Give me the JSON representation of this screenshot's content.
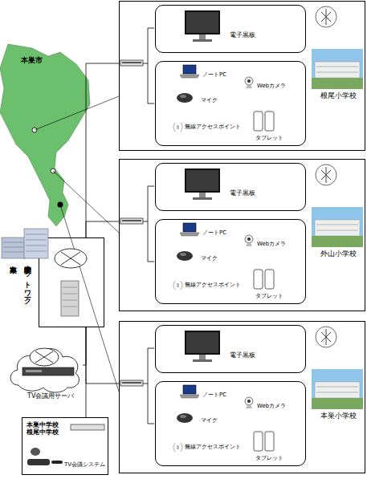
{
  "diagram": {
    "nodes": [
      {
        "text": [
          "根尾小学校"
        ]
      },
      {
        "text": [
          "電子黒板"
        ],
        "in": 0
      },
      {
        "text": [
          "ノートPC",
          "Webカメラ",
          "マイク",
          "無線アクセスポイント",
          "タブレット"
        ],
        "in": 0
      },
      {
        "text": [
          "外山小学校"
        ]
      },
      {
        "text": [
          "電子黒板"
        ],
        "in": 3
      },
      {
        "text": [
          "ノートPC",
          "Webカメラ",
          "マイク",
          "無線アクセスポイント",
          "タブレット"
        ],
        "in": 3
      },
      {
        "text": [
          "本巣小学校"
        ]
      },
      {
        "text": [
          "電子黒板"
        ],
        "in": 6
      },
      {
        "text": [
          "ノートPC",
          "Webカメラ",
          "マイク",
          "無線アクセスポイント",
          "タブレット"
        ],
        "in": 6
      },
      {
        "text": [
          "本巣市",
          "学校間ネットワーク"
        ]
      },
      {
        "text": [
          "TV会議用サーバ"
        ]
      },
      {
        "text": [
          "本巣中学校 根尾中学校",
          "TV会議システム"
        ]
      }
    ],
    "edges": [
      {
        "from": 9,
        "to": 0,
        "arrow": "none"
      },
      {
        "from": 9,
        "to": 3,
        "arrow": "none"
      },
      {
        "from": 9,
        "to": 6,
        "arrow": "none"
      },
      {
        "from": 9,
        "to": 10,
        "arrow": "none"
      },
      {
        "from": 9,
        "to": 11,
        "arrow": "none"
      }
    ],
    "labels": [
      "本巣市"
    ]
  }
}
